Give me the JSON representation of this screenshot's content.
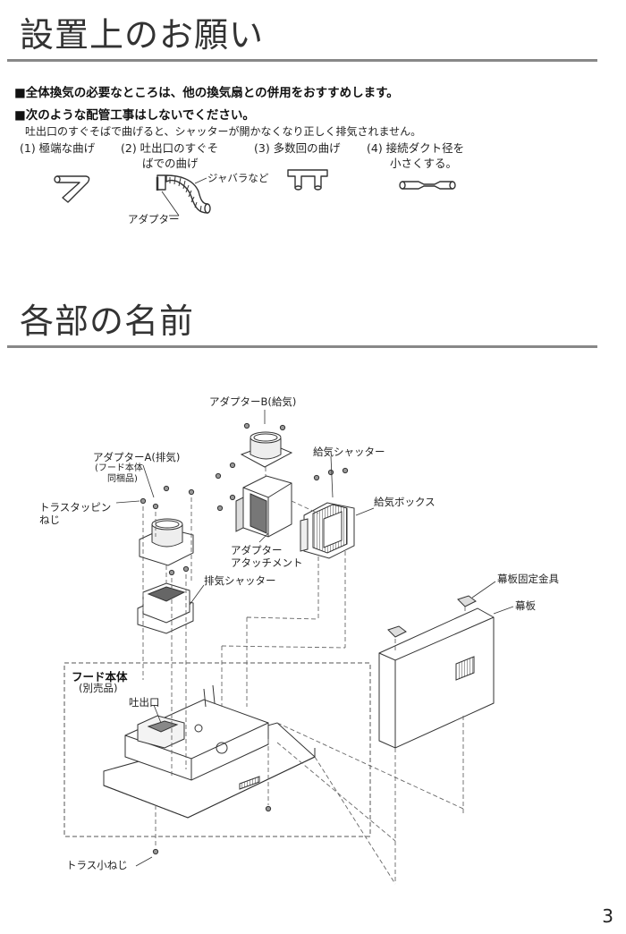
{
  "section1": {
    "title": "設置上のお願い",
    "notices": [
      "■全体換気の必要なところは、他の換気扇との併用をおすすめします。",
      "■次のような配管工事はしないでください。"
    ],
    "subnote": "吐出口のすぐそばで曲げると、シャッターが開かなくなり正しく排気されません。",
    "cases": [
      {
        "line1": "(1) 極端な曲げ",
        "line2": ""
      },
      {
        "line1": "(2) 吐出口のすぐそ",
        "line2": "ばでの曲げ"
      },
      {
        "line1": "(3) 多数回の曲げ",
        "line2": ""
      },
      {
        "line1": "(4) 接続ダクト径を",
        "line2": "小さくする。"
      }
    ],
    "labels": {
      "bellows": "ジャバラなど",
      "adapter": "アダプター"
    }
  },
  "section2": {
    "title": "各部の名前",
    "parts": {
      "adapter_b": "アダプターB(給気)",
      "adapter_a": "アダプターA(排気)",
      "adapter_a_note1": "(フード本体",
      "adapter_a_note2": "同梱品)",
      "truss_tapping": "トラスタッピン",
      "truss_tapping2": "ねじ",
      "supply_shutter": "給気シャッター",
      "supply_box": "給気ボックス",
      "adapter_attach1": "アダプター",
      "adapter_attach2": "アタッチメント",
      "exhaust_shutter": "排気シャッター",
      "curtain_bracket": "幕板固定金具",
      "curtain_board": "幕板",
      "hood_body": "フード本体",
      "hood_body_note": "(別売品)",
      "outlet": "吐出口",
      "truss_small_screw": "トラス小ねじ"
    }
  },
  "page_number": "3"
}
